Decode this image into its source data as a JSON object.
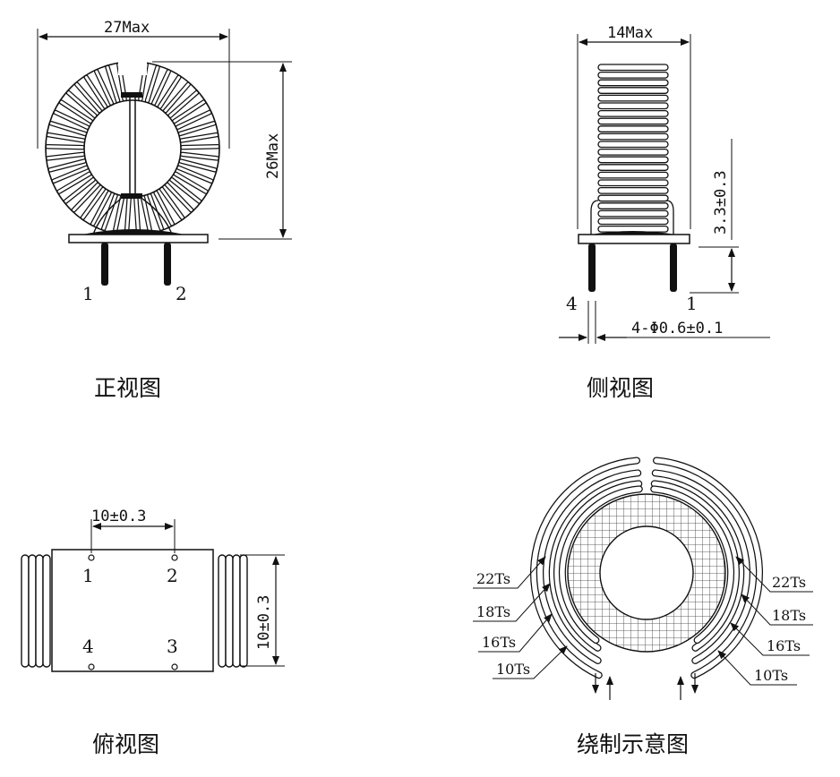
{
  "views": {
    "front": {
      "caption": "正视图",
      "width_dim": "27Max",
      "height_dim": "26Max",
      "pin_left": "1",
      "pin_right": "2"
    },
    "side": {
      "caption": "侧视图",
      "width_dim": "14Max",
      "standoff_dim": "3.3±0.3",
      "pin_dia_dim": "4-Φ0.6±0.1",
      "pin_left": "4",
      "pin_right": "1"
    },
    "top": {
      "caption": "俯视图",
      "pitch_x": "10±0.3",
      "pitch_y": "10±0.3",
      "pins": [
        "1",
        "2",
        "4",
        "3"
      ]
    },
    "winding": {
      "caption": "绕制示意图",
      "left_labels": [
        "22Ts",
        "18Ts",
        "16Ts",
        "10Ts"
      ],
      "right_labels": [
        "22Ts",
        "18Ts",
        "16Ts",
        "10Ts"
      ]
    }
  }
}
